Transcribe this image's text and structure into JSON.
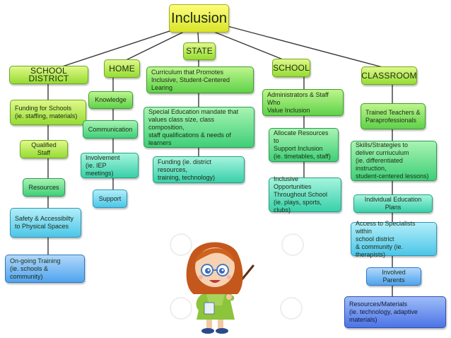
{
  "title": "Inclusion",
  "columns": {
    "school_district": {
      "header": "SCHOOL DISTRICT",
      "items": [
        "Funding for Schools\n(ie. staffing, materials)",
        "Qualified Staff",
        "Resources",
        "Safety & Accessibilty\nto Physical Spaces",
        "On-going Training\n(ie. schools & community)"
      ]
    },
    "home": {
      "header": "HOME",
      "items": [
        "Knowledge",
        "Communication",
        "Involvement\n(ie. IEP meetings)",
        "Support"
      ]
    },
    "state": {
      "header": "STATE",
      "items": [
        "Curriculum that Promotes\nInclusive, Student-Centered Learing",
        "Special Education mandate that\nvalues class size, class composition,\nstaff qualifications & needs of learners",
        "Funding (ie. district resources,\ntraining, technology)"
      ]
    },
    "school": {
      "header": "SCHOOL",
      "items": [
        "Administrators & Staff Who\nValue Inclusion",
        "Allocate Resources to\nSupport Inclusion\n(ie. timetables, staff)",
        "Inclusive Opportunities\nThroughout School\n(ie. plays, sports, clubs)"
      ]
    },
    "classroom": {
      "header": "CLASSROOM",
      "items": [
        "Trained Teachers &\nParaprofessionals",
        "Skills/Strategies to\ndeliver curriuculum\n(ie. differentiated instruction,\nstudent-centered lessons)",
        "Individual Education Plans",
        "Access to Specialists within\nschool district\n& community (ie. therapists)",
        "Involved Parents",
        "Resources/Materials\n(ie. technology, adaptive materials)"
      ]
    }
  },
  "illustration": {
    "icon": "teacher-with-pointer-icon"
  }
}
